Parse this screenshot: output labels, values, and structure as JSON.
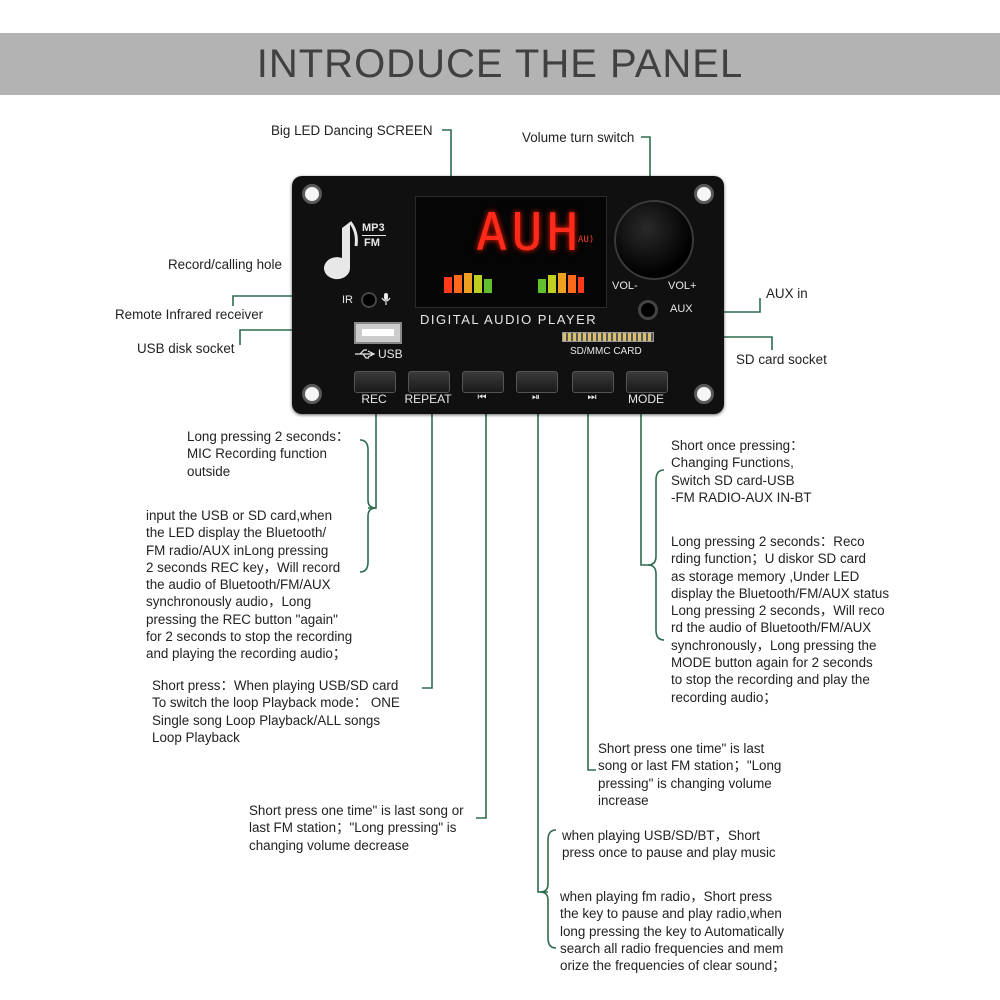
{
  "title": "INTRODUCE THE PANEL",
  "panel": {
    "mp3": "MP3",
    "fm": "FM",
    "led_text": "AUH",
    "led_small": "AU)",
    "brand": "DIGITAL AUDIO PLAYER",
    "vol_minus": "VOL-",
    "vol_plus": "VOL+",
    "aux": "AUX",
    "ir": "IR",
    "usb": "USB",
    "sd_card": "SD/MMC  CARD",
    "buttons": [
      "REC",
      "REPEAT",
      "⏮",
      "⏯",
      "⏭",
      "MODE"
    ]
  },
  "labels": {
    "screen": "Big LED Dancing SCREEN",
    "volume": "Volume turn switch",
    "record_hole": "Record/calling hole",
    "aux_in": "AUX in",
    "remote": "Remote Infrared receiver",
    "usb_socket": "USB disk socket",
    "sd_socket": "SD card socket"
  },
  "notes": {
    "rec_long": [
      "Long pressing 2 seconds：",
      "MIC Recording function",
      " outside"
    ],
    "rec_input": [
      "input the USB or SD card,when",
      "the LED display the Bluetooth/",
      "FM radio/AUX inLong pressing",
      "2 seconds REC key，Will record",
      "the audio of Bluetooth/FM/AUX",
      " synchronously audio，Long",
      "pressing the REC button \"again\"",
      "for 2 seconds to stop the recording",
      "and playing the recording audio；"
    ],
    "repeat": [
      "Short press：When playing USB/SD card",
      "To switch the loop Playback mode： ONE",
      " Single song Loop Playback/ALL songs",
      "Loop Playback"
    ],
    "prev": [
      "Short press one time\" is last song or",
      "last FM station；\"Long pressing\" is",
      "changing volume decrease"
    ],
    "next": [
      "Short press one time\" is last",
      "song or last FM station；\"Long",
      " pressing\" is changing volume",
      "increase"
    ],
    "play_usb": [
      "when playing USB/SD/BT，Short",
      "press once to pause and play music"
    ],
    "play_fm": [
      "when playing fm radio，Short press",
      "the key to pause and play radio,when",
      " long pressing the key to Automatically",
      " search all radio frequencies and mem",
      "orize the frequencies of clear sound；"
    ],
    "mode_short": [
      "Short once pressing：",
      "Changing Functions,",
      "Switch SD card-USB",
      "-FM RADIO-AUX IN-BT"
    ],
    "mode_long": [
      "Long pressing 2 seconds：Reco",
      "rding function；U diskor SD card",
      "as storage memory ,Under LED",
      "display the Bluetooth/FM/AUX status",
      "Long pressing 2 seconds，Will reco",
      "rd the audio of Bluetooth/FM/AUX",
      "synchronously，Long pressing the",
      "MODE button again for 2 seconds",
      "to stop the recording and play the",
      "recording audio；"
    ]
  }
}
